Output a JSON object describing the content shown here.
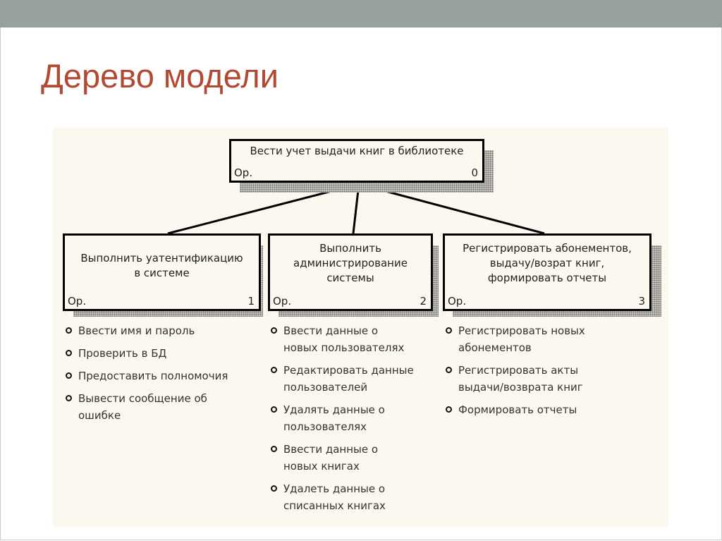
{
  "slide": {
    "title": "Дерево модели"
  },
  "root": {
    "label": "Вести учет выдачи книг в библиотеке",
    "op": "Ор.",
    "number": "0"
  },
  "children": [
    {
      "label": "Выполнить уатентификацию\nв системе",
      "op": "Ор.",
      "number": "1",
      "bullets": [
        "Ввести имя и пароль",
        "Проверить в БД",
        "Предоставить полномочия",
        "Вывести сообщение об\nошибке"
      ]
    },
    {
      "label": "Выполнить\nадминистрирование\nсистемы",
      "op": "Ор.",
      "number": "2",
      "bullets": [
        "Ввести данные о\nновых пользователях",
        "Редактировать данные\nпользователей",
        "Удалять данные о\nпользователях",
        "Ввести данные о\nновых книгах",
        "Удалеть данные о\nсписанных книгах"
      ]
    },
    {
      "label": "Регистрировать абонементов,\nвыдачу/возрат книг,\nформировать отчеты",
      "op": "Ор.",
      "number": "3",
      "bullets": [
        "Регистрировать новых\nабонементов",
        "Регистрировать акты\nвыдачи/возврата книг",
        "Формировать отчеты"
      ]
    }
  ]
}
